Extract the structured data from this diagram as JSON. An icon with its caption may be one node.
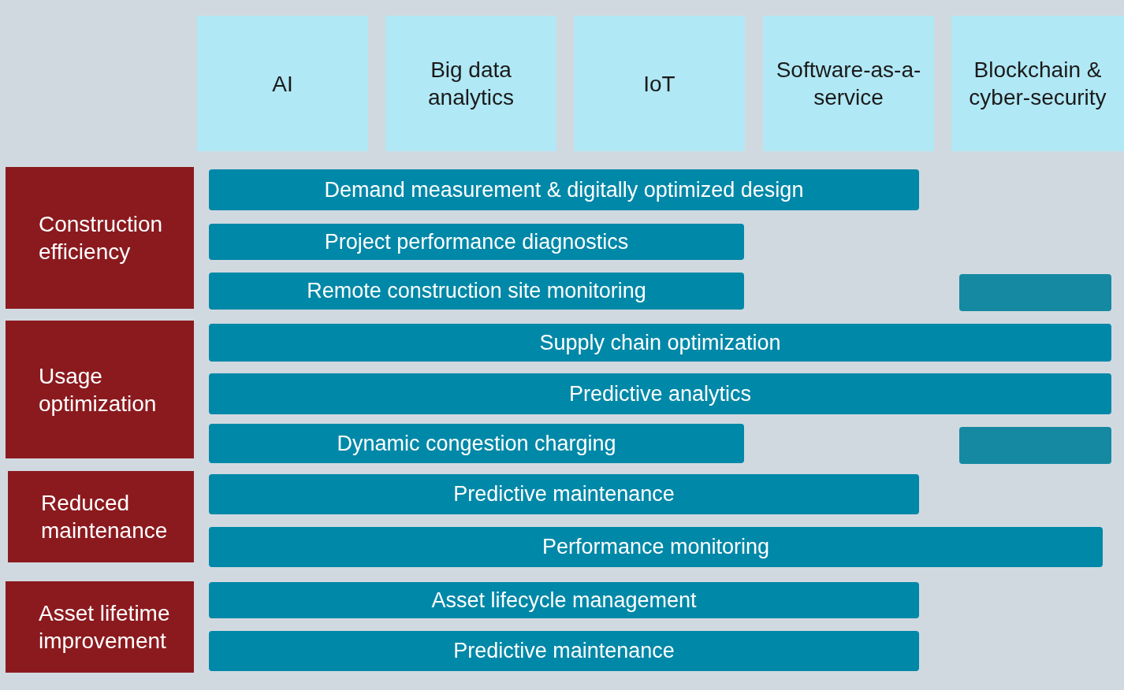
{
  "diagram": {
    "nodes": [
      {
        "text": [
          "AI"
        ]
      },
      {
        "text": [
          "Big data analytics"
        ]
      },
      {
        "text": [
          "IoT"
        ]
      },
      {
        "text": [
          "Software-as-a-service"
        ]
      },
      {
        "text": [
          "Blockchain & cyber-security"
        ]
      },
      {
        "text": [
          "Construction efficiency"
        ]
      },
      {
        "text": [
          "Demand measurement & digitally optimized design"
        ]
      },
      {
        "text": [
          "Project performance diagnostics"
        ]
      },
      {
        "text": [
          "Remote construction site monitoring"
        ]
      },
      {
        "text": [],
        "shape": "bar"
      },
      {
        "text": [
          "Usage optimization"
        ]
      },
      {
        "text": [
          "Supply chain optimization"
        ]
      },
      {
        "text": [
          "Predictive analytics"
        ]
      },
      {
        "text": [
          "Dynamic congestion charging"
        ]
      },
      {
        "text": [],
        "shape": "bar"
      },
      {
        "text": [
          "Reduced maintenance"
        ]
      },
      {
        "text": [
          "Predictive maintenance"
        ]
      },
      {
        "text": [
          "Performance monitoring"
        ]
      },
      {
        "text": [
          "Asset lifetime improvement"
        ]
      },
      {
        "text": [
          "Asset lifecycle management"
        ]
      },
      {
        "text": [
          "Predictive maintenance"
        ]
      }
    ]
  }
}
